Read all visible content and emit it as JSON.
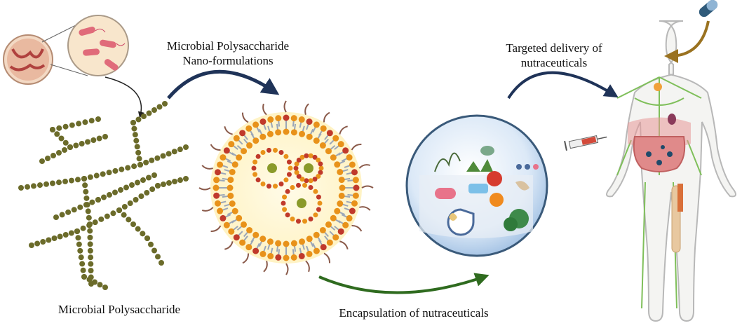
{
  "labels": {
    "nano_line1": "Microbial Polysaccharide",
    "nano_line2": "Nano-formulations",
    "target_line1": "Targeted delivery of",
    "target_line2": "nutraceuticals",
    "polysaccharide": "Microbial Polysaccharide",
    "encapsulation": "Encapsulation of nutraceuticals"
  },
  "colors": {
    "chain_bead": "#6b6b2a",
    "arrow_blue": "#1f3358",
    "arrow_green": "#2f6b1f",
    "arrow_gold": "#9a7220",
    "lipid_head_orange": "#e8921a",
    "lipid_head_red": "#c0392b",
    "lipid_tail_grey": "#9aa6b8",
    "capsule_blue": "#bcd4ee",
    "lymph_green": "#7fbf5a",
    "bacteria_pink": "#e06b7a"
  },
  "icons": [
    "petri-dish-icon",
    "bacteria-icon",
    "polysaccharide-chain-icon",
    "nanoparticle-icon",
    "nutraceutical-capsule-icon",
    "human-body-icon",
    "pill-icon",
    "syringe-icon"
  ]
}
